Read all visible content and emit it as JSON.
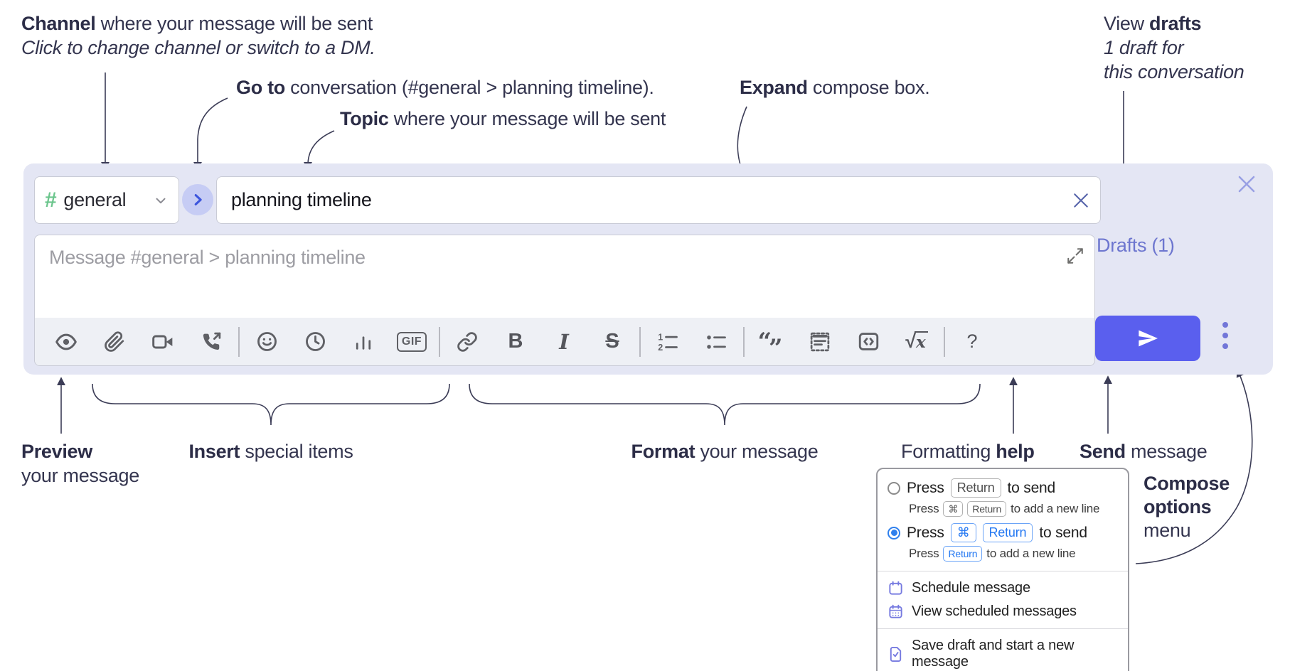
{
  "annotations": {
    "channel": {
      "bold": "Channel",
      "rest": " where your message will be sent",
      "sub": "Click to change channel or switch to a DM."
    },
    "goto": {
      "bold": "Go to",
      "rest": " conversation (#general > planning timeline)."
    },
    "topic": {
      "bold": "Topic",
      "rest": " where your message will be sent"
    },
    "expand": {
      "bold": "Expand",
      "rest": " compose box."
    },
    "view_drafts": {
      "pre": "View ",
      "bold": "drafts",
      "line2": "1 draft for",
      "line3": "this conversation"
    },
    "preview": {
      "bold": "Preview",
      "line2": "your message"
    },
    "insert": {
      "bold": "Insert",
      "rest": " special items"
    },
    "format": {
      "bold": "Format",
      "rest": " your message"
    },
    "formatting_help": {
      "pre": "Formatting ",
      "bold": "help"
    },
    "send": {
      "bold": "Send",
      "rest": " message"
    },
    "compose_options": {
      "line1": "Compose",
      "line2": "options",
      "line3": "menu"
    }
  },
  "compose_box": {
    "channel_hash": "#",
    "channel_name": "general",
    "topic_value": "planning timeline",
    "message_placeholder": "Message #general > planning timeline",
    "drafts_link": "Drafts (1)",
    "toolbar_labels": {
      "gif": "GIF",
      "bold": "B",
      "italic": "I",
      "strike": "S",
      "quote_open": "“",
      "quote_close": "”",
      "sqrt": "√",
      "math_x": "x",
      "help": "?"
    },
    "toolbar_icons": [
      "preview",
      "attach-file",
      "video-call",
      "audio-call",
      "emoji",
      "time",
      "poll",
      "gif",
      "link",
      "bold",
      "italic",
      "strikethrough",
      "numbered-list",
      "bulleted-list",
      "quote",
      "spoiler",
      "code",
      "math",
      "help"
    ]
  },
  "options_menu": {
    "row1": {
      "press": "Press",
      "key": "Return",
      "suffix": "to send"
    },
    "row1_sub": {
      "press": "Press",
      "key1": "⌘",
      "key2": "Return",
      "suffix": "to add a new line"
    },
    "row2": {
      "press": "Press",
      "key1": "⌘",
      "key2": "Return",
      "suffix": "to send"
    },
    "row2_sub": {
      "press": "Press",
      "key": "Return",
      "suffix": "to add a new line"
    },
    "items": [
      {
        "label": "Schedule message"
      },
      {
        "label": "View scheduled messages"
      },
      {
        "label": "Save draft and start a new message"
      }
    ]
  },
  "colors": {
    "compose_background": "#e4e6f4",
    "accent_indigo": "#5a5fee",
    "link_periwinkle": "#6d76cf",
    "channel_hash_green": "#6bc58c",
    "radio_selected_blue": "#2f80ed",
    "menu_icon_purple": "#767ae0",
    "annotation_text": "#34354f"
  }
}
